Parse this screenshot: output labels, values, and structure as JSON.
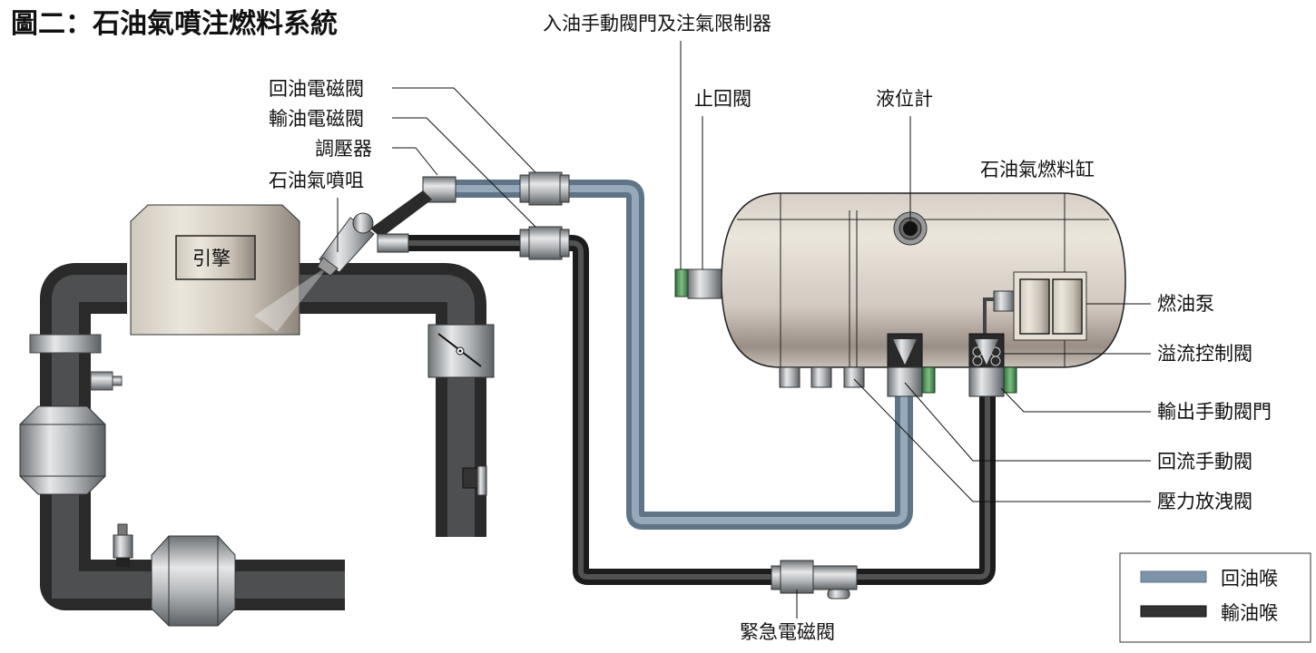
{
  "title": "圖二：石油氣噴注燃料系統",
  "labels": {
    "engine": "引擎",
    "return_solenoid": "回油電磁閥",
    "supply_solenoid": "輸油電磁閥",
    "regulator": "調壓器",
    "lpg_injector": "石油氣噴咀",
    "fill_valve": "入油手動閥門及注氣限制器",
    "check_valve": "止回閥",
    "level_gauge": "液位計",
    "lpg_tank": "石油氣燃料缸",
    "fuel_pump": "燃油泵",
    "overflow_valve": "溢流控制閥",
    "output_valve": "輸出手動閥門",
    "return_manual_valve": "回流手動閥",
    "pressure_relief": "壓力放洩閥",
    "emergency_solenoid": "緊急電磁閥"
  },
  "legend": [
    {
      "label": "回油喉",
      "color": "#7d93a8"
    },
    {
      "label": "輸油喉",
      "color": "#333333"
    }
  ],
  "colors": {
    "return_pipe": "#7d93a8",
    "supply_pipe": "#333333",
    "exhaust_pipe": "#3a3a3a",
    "tank_body": "#d8d0c6",
    "handwheel": "#3f8a4a"
  }
}
